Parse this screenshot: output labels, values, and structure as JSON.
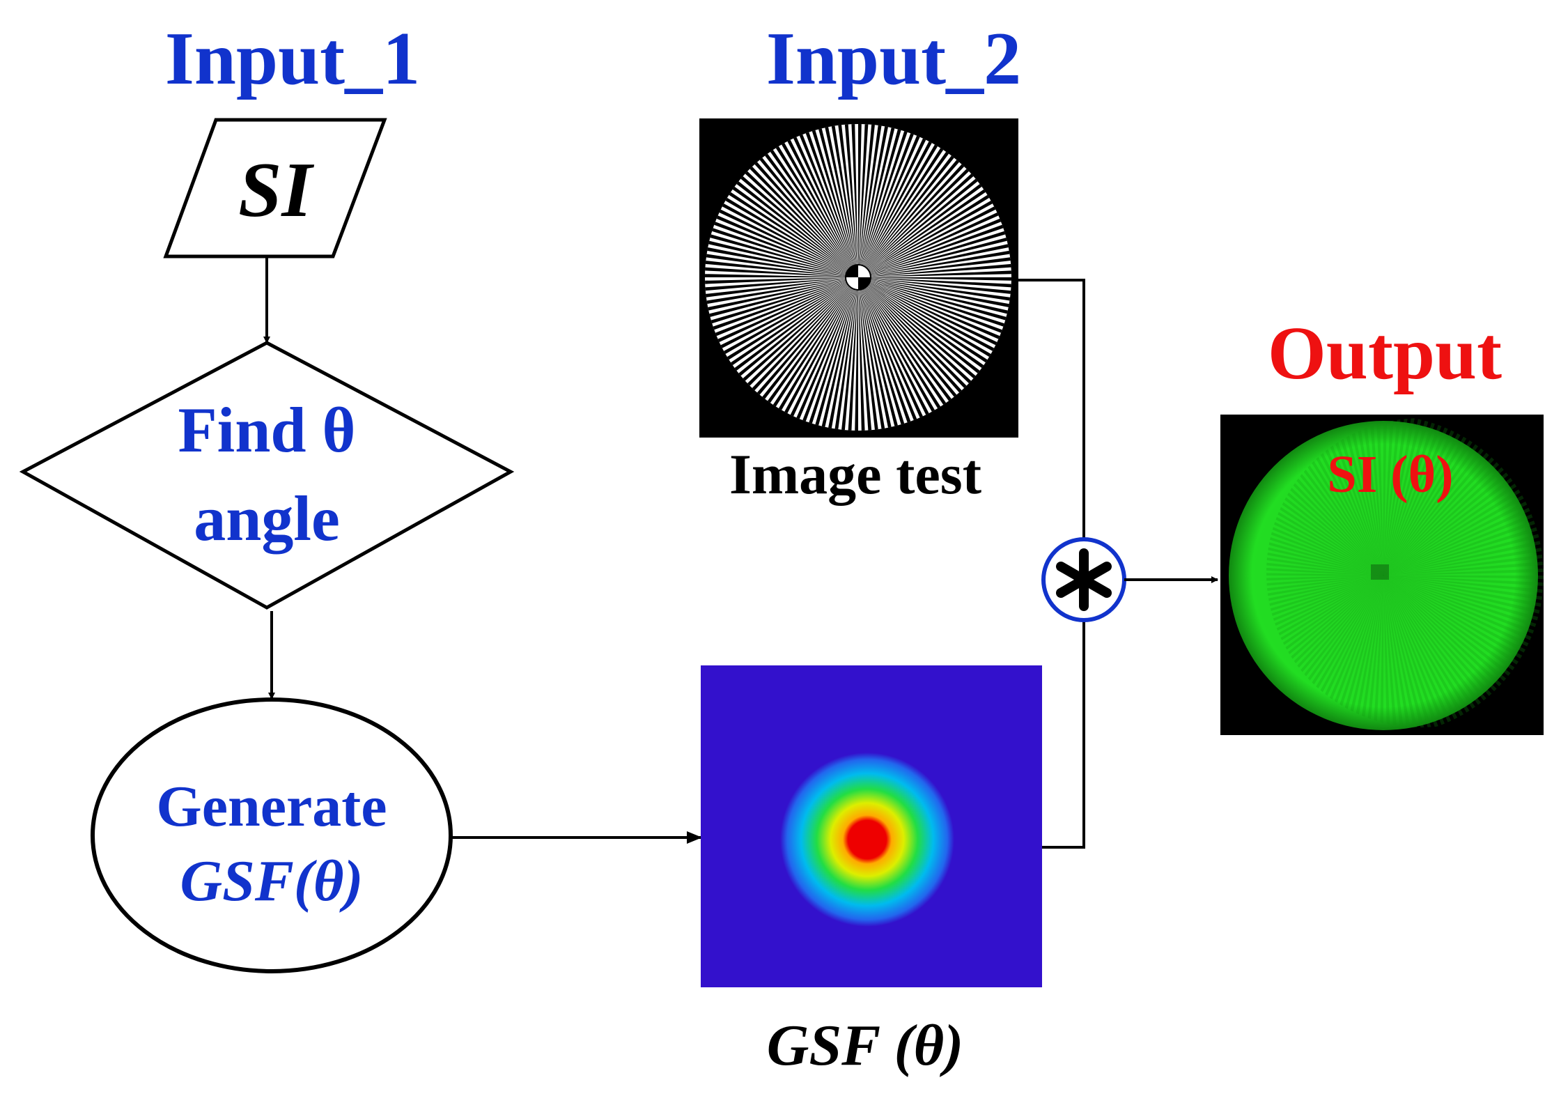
{
  "colors": {
    "blue": "#1133cc",
    "red": "#ee1111",
    "black": "#000000",
    "gsf_background": "#3311cc",
    "output_green": "#22dd22"
  },
  "inputs": {
    "input1_heading": "Input_1",
    "input2_heading": "Input_2",
    "output_heading": "Output"
  },
  "nodes": {
    "si_label": "SI",
    "decision_line1": "Find θ",
    "decision_line2": "angle",
    "generate_line1": "Generate",
    "generate_line2": "GSF(θ)"
  },
  "images": {
    "image_test_caption": "Image test",
    "gsf_caption": "GSF (θ)",
    "output_label": "SI (θ)"
  },
  "operator": {
    "symbol": "✱",
    "icon": "convolution-icon"
  }
}
